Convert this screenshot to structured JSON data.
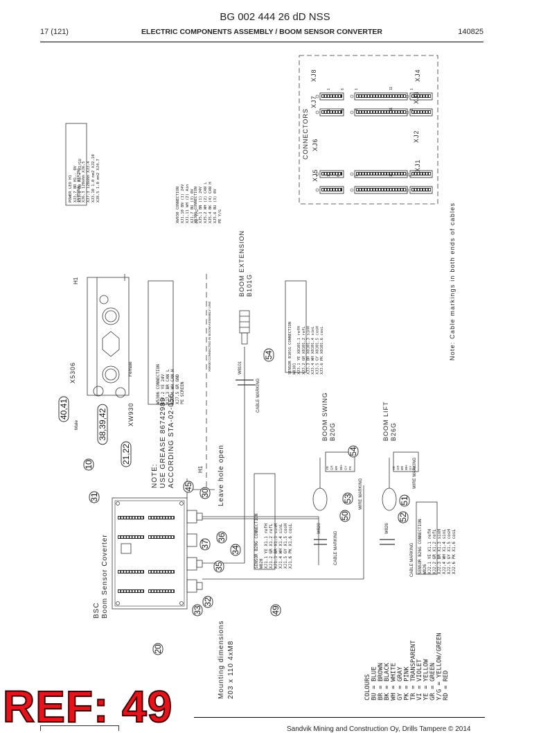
{
  "header": {
    "doc_title": "BG 002 444 26 dD NSS",
    "page": "17 (121)",
    "section": "ELECTRIC COMPONENTS ASSEMBLY / BOOM SENSOR CONVERTER",
    "date": "140825"
  },
  "footer": {
    "company": "Sandvik Mining and Construction Oy, Drills Tampere © 2014"
  },
  "ref_stamp": "REF: 49",
  "diagram": {
    "bsc_label": [
      "BSC",
      "Boom Sensor Coverter"
    ],
    "mounting": [
      "Mounting dimensions",
      "203 x 110   4xM8"
    ],
    "note": [
      "NOTE:",
      "USE GREASE 86742989",
      "ACCORDING STA-02-056"
    ],
    "leave_hole": "Leave hole open",
    "h1": "H1",
    "x5306": "X5306",
    "xw930": "XW930",
    "male": "Male",
    "female": "Female",
    "boom_extension": [
      "BOOM EXTENSION",
      "B101G"
    ],
    "boom_swing": [
      "BOOM SWING",
      "B20G"
    ],
    "boom_lift": [
      "BOOM LIFT",
      "B26G"
    ],
    "cable_marking": "CABLE MARKING",
    "wire_marking": "WIRE MARKING",
    "w20": "W820",
    "w26": "W826",
    "w101": "W8101",
    "connectors": "CONNECTORS",
    "connector_names": [
      "XJ1",
      "XJ2",
      "XJ3",
      "XJ4",
      "XJ5",
      "XJ6",
      "XJ7",
      "XJ8"
    ],
    "note_cable": "Note: Cable markings in both ends of cables",
    "xw930_connected": "XW930 CONNECTED IN BOOM ASSEMBLY LINE",
    "colours": [
      "COLOURS",
      "BU = BLUE",
      "BR = BROWN",
      "BK = BLACK",
      "WH = WHITE",
      "GY = GRAY",
      "PK = PINK",
      "TR = TRANSPARENT",
      "VI = VIOLET",
      "YE = YELLOW",
      "GR = GREEN",
      "Y/G = YELLOW/GREEN",
      "RD = RED"
    ],
    "power_led": [
      "POWER LED H1",
      "XJ3.7   BR  H1.-   0V",
      "XJ3.8   BU  H1.+   UI/GU"
    ],
    "internal_wiring": [
      "INTERNAL WIRING",
      "XJ6.3  120ohm   XJ6.5",
      "XJ7.3  120ohm   XJ3.4",
      "XJ3.10 1.0 mm2  XJ2.10",
      "XJ8.5  1.0 mm2  XJ4.7"
    ],
    "xw930_conn": [
      "XW930 CONNECTION",
      "XJ1.10  BN (1)  24V",
      "XJ1.11  WH (2)  Ain",
      "XJ1.7   BU (3)  0V",
      "PE      Y/G"
    ],
    "x5306_conn_right": [
      "X5306 CONNECTION",
      "XJ5.1   BN (1)  24V",
      "XJ5.2   WH (2)  CAN L",
      "XJ5.4   BK (4)  CAN H",
      "XJ5.6   BU (3)  0V",
      "PE      Y/G"
    ],
    "w5306_conn": [
      "W5306 CONNECTION",
      "XJ7.2   YE   24V",
      "XJ7.3   BR   CAN L",
      "XJ7.4   WH   CAN H",
      "XJ7.5   GR   GND",
      "PE      SCREEN"
    ],
    "sensor_b101g": [
      "SENSOR B101G CONNECTION",
      "W8101",
      "XJ3.1  YE   X8101.1  refH",
      "XJ3.2  GR   X8101.2  refL",
      "XJ3.3  BR   X8101.3  sinH",
      "XJ3.4  WH   X8101.4  sinL",
      "XJ3.5  GY   X8101.5  cosH",
      "XJ3.6  PK   X8101.6  cosL"
    ],
    "sensor_b20g": [
      "SENSOR B20G CONNECTION",
      "W820",
      "XJ1.1  YE   X1.1  refH",
      "XJ1.2  GR   X1.2  refL",
      "XJ1.3  BR   X1.3  sinH",
      "XJ1.4  WH   X1.4  sinL",
      "XJ1.5  GY   X1.5  cosH",
      "XJ1.6  PK   X1.6  cosL"
    ],
    "sensor_b26g": [
      "SENSOR B26G CONNECTION",
      "W826",
      "XJ2.1  YE   X1.1  refH",
      "XJ2.2  GR   X1.2  refL",
      "XJ2.3  BR   X1.3  sinH",
      "XJ2.4  WH   X1.4  sinL",
      "XJ2.5  GY   X1.5  cosH",
      "XJ2.6  PK   X1.6  cosL"
    ],
    "wire_colors": [
      "YE",
      "GR",
      "BR",
      "WH",
      "GY",
      "PK"
    ],
    "callouts": [
      "40,41",
      "38,39,42",
      "21,22",
      "10",
      "31",
      "45",
      "30",
      "36",
      "37",
      "34",
      "35",
      "32",
      "33",
      "20",
      "49",
      "50",
      "53",
      "52",
      "51",
      "54"
    ]
  }
}
